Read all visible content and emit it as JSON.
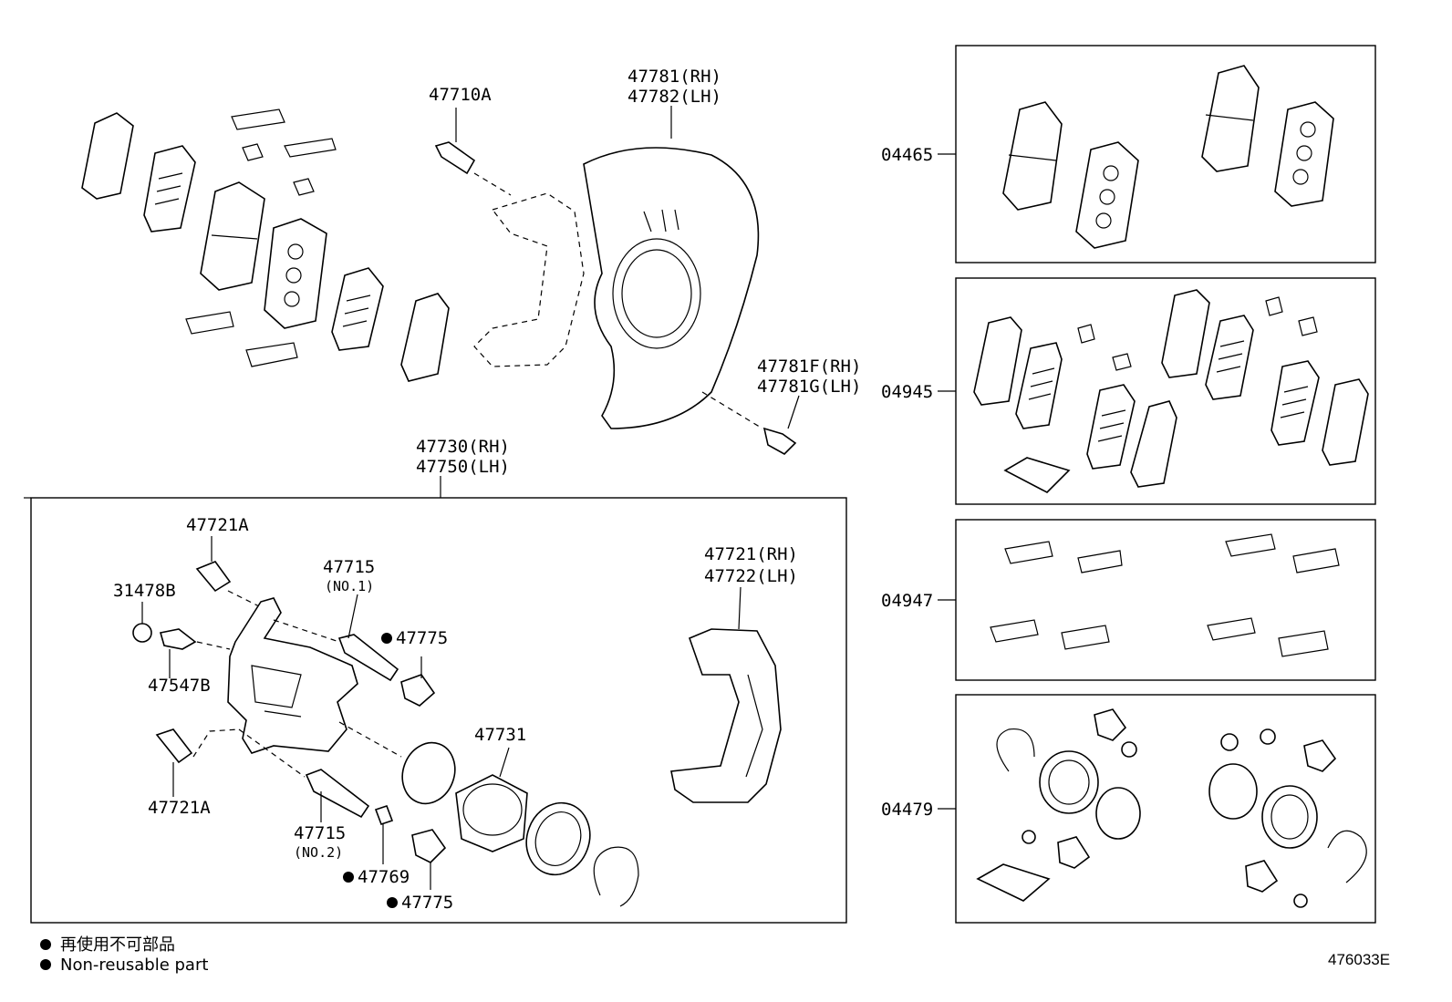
{
  "labels": {
    "bolt_47710A": "47710A",
    "cover_rh": "47781(RH)",
    "cover_lh": "47782(LH)",
    "bolt_rh": "47781F(RH)",
    "bolt_lh": "47781G(LH)",
    "caliper_rh": "47730(RH)",
    "caliper_lh": "47750(LH)",
    "bolt_47721A_top": "47721A",
    "pin_47715_no1": "47715",
    "pin_47715_no1_note": "(NO.1)",
    "cap_31478B": "31478B",
    "boot_47775_top": "47775",
    "bleeder_47547B": "47547B",
    "mount_rh": "47721(RH)",
    "mount_lh": "47722(LH)",
    "piston_47731": "47731",
    "bolt_47721A_bottom": "47721A",
    "pin_47715_no2": "47715",
    "pin_47715_no2_note": "(NO.2)",
    "bushing_47769": "47769",
    "boot_47775_bottom": "47775"
  },
  "kits": {
    "pads": "04465",
    "shims": "04945",
    "clips": "04947",
    "seals": "04479"
  },
  "legend": {
    "japanese": "再使用不可部品",
    "english": "Non-reusable part"
  },
  "drawing_code": "476033E"
}
